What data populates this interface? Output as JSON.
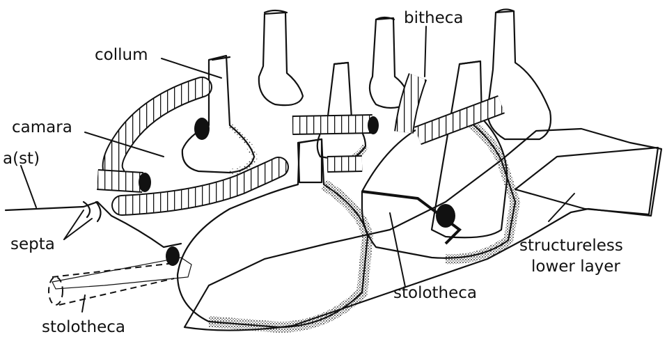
{
  "labels": {
    "collum": "collum",
    "bitheca": "bitheca",
    "camara": "camara",
    "a_st": "a(st)",
    "septa": "septa",
    "stolotheca_bottom": "stolotheca",
    "stolotheca_mid": "stolotheca",
    "structureless_line1": "structureless",
    "structureless_line2": "lower layer"
  },
  "colors": {
    "ink": "#111111",
    "paper": "#ffffff"
  }
}
